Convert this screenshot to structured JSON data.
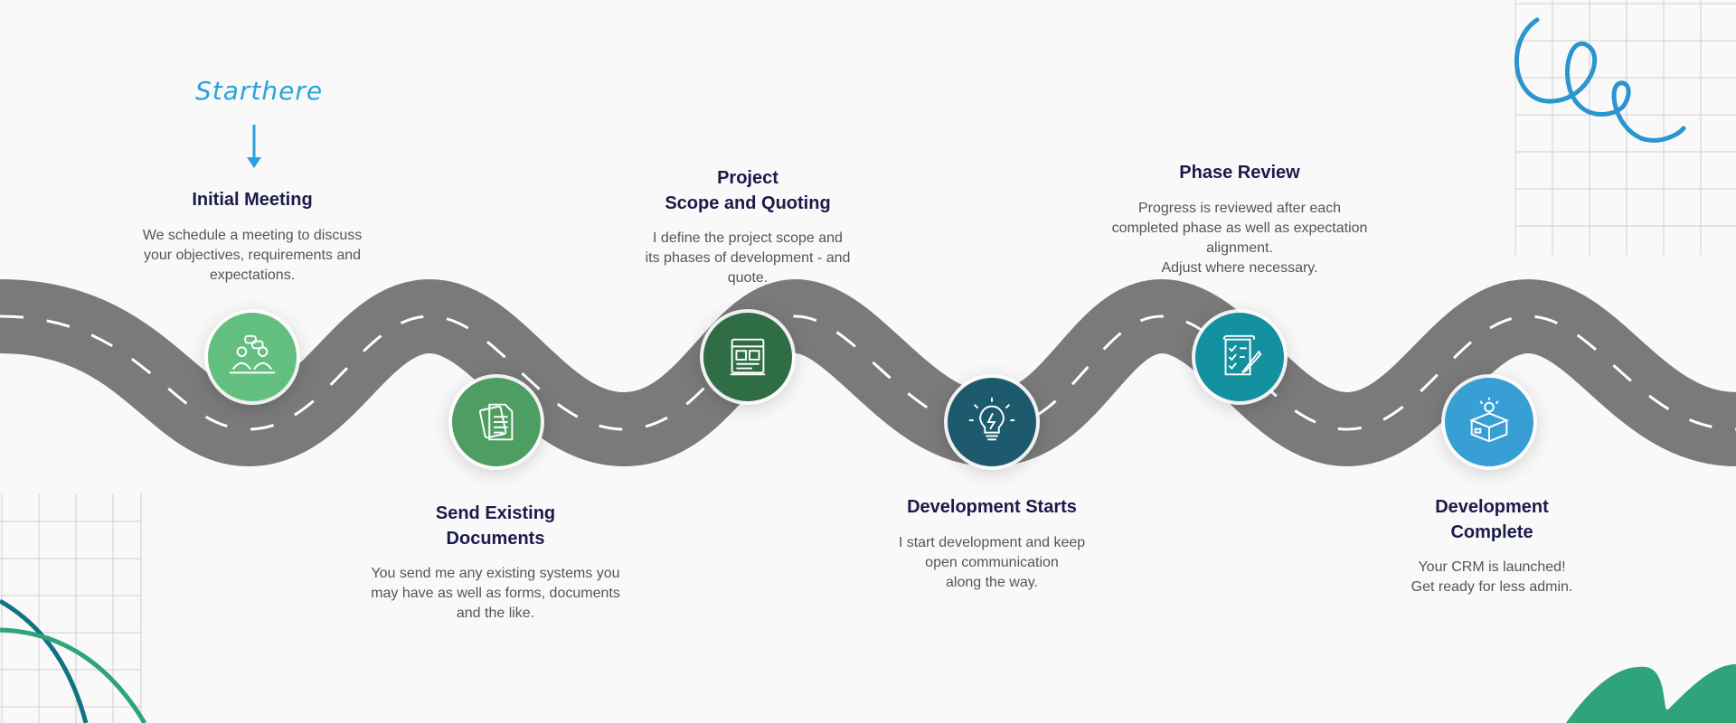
{
  "start_label": "Starthere",
  "colors": {
    "road": "#7a7a7a",
    "road_dash": "#ffffff",
    "title": "#1b1b4b",
    "desc": "#555555",
    "accent_blue": "#2aa2dd",
    "accent_green": "#2fa37a"
  },
  "steps": [
    {
      "title": "Initial Meeting",
      "title_lines": [
        "Initial Meeting"
      ],
      "desc_lines": [
        "We schedule a meeting to discuss",
        "your objectives, requirements and",
        "expectations."
      ],
      "icon": "meeting-icon",
      "color": "#62bf7f"
    },
    {
      "title": "Send Existing Documents",
      "title_lines": [
        "Send Existing",
        "Documents"
      ],
      "desc_lines": [
        "You send me any existing systems you",
        "may have as well as forms, documents",
        "and the like."
      ],
      "icon": "documents-icon",
      "color": "#4e9e63"
    },
    {
      "title": "Project Scope and Quoting",
      "title_lines": [
        "Project",
        "Scope and Quoting"
      ],
      "desc_lines": [
        "I define the project scope and",
        "its phases of development - and",
        "quote."
      ],
      "icon": "blueprint-icon",
      "color": "#2f6e45"
    },
    {
      "title": "Development Starts",
      "title_lines": [
        "Development Starts"
      ],
      "desc_lines": [
        "I start development and keep",
        "open communication",
        "along the way."
      ],
      "icon": "lightbulb-icon",
      "color": "#1e5a6e"
    },
    {
      "title": "Phase Review",
      "title_lines": [
        "Phase Review"
      ],
      "desc_lines": [
        "Progress is reviewed after each",
        "completed phase as well as expectation",
        "alignment.",
        "Adjust where necessary."
      ],
      "icon": "checklist-icon",
      "color": "#13919e"
    },
    {
      "title": "Development Complete",
      "title_lines": [
        "Development",
        "Complete"
      ],
      "desc_lines": [
        "Your CRM is launched!",
        "Get ready for less admin."
      ],
      "icon": "package-icon",
      "color": "#389fd4"
    }
  ]
}
